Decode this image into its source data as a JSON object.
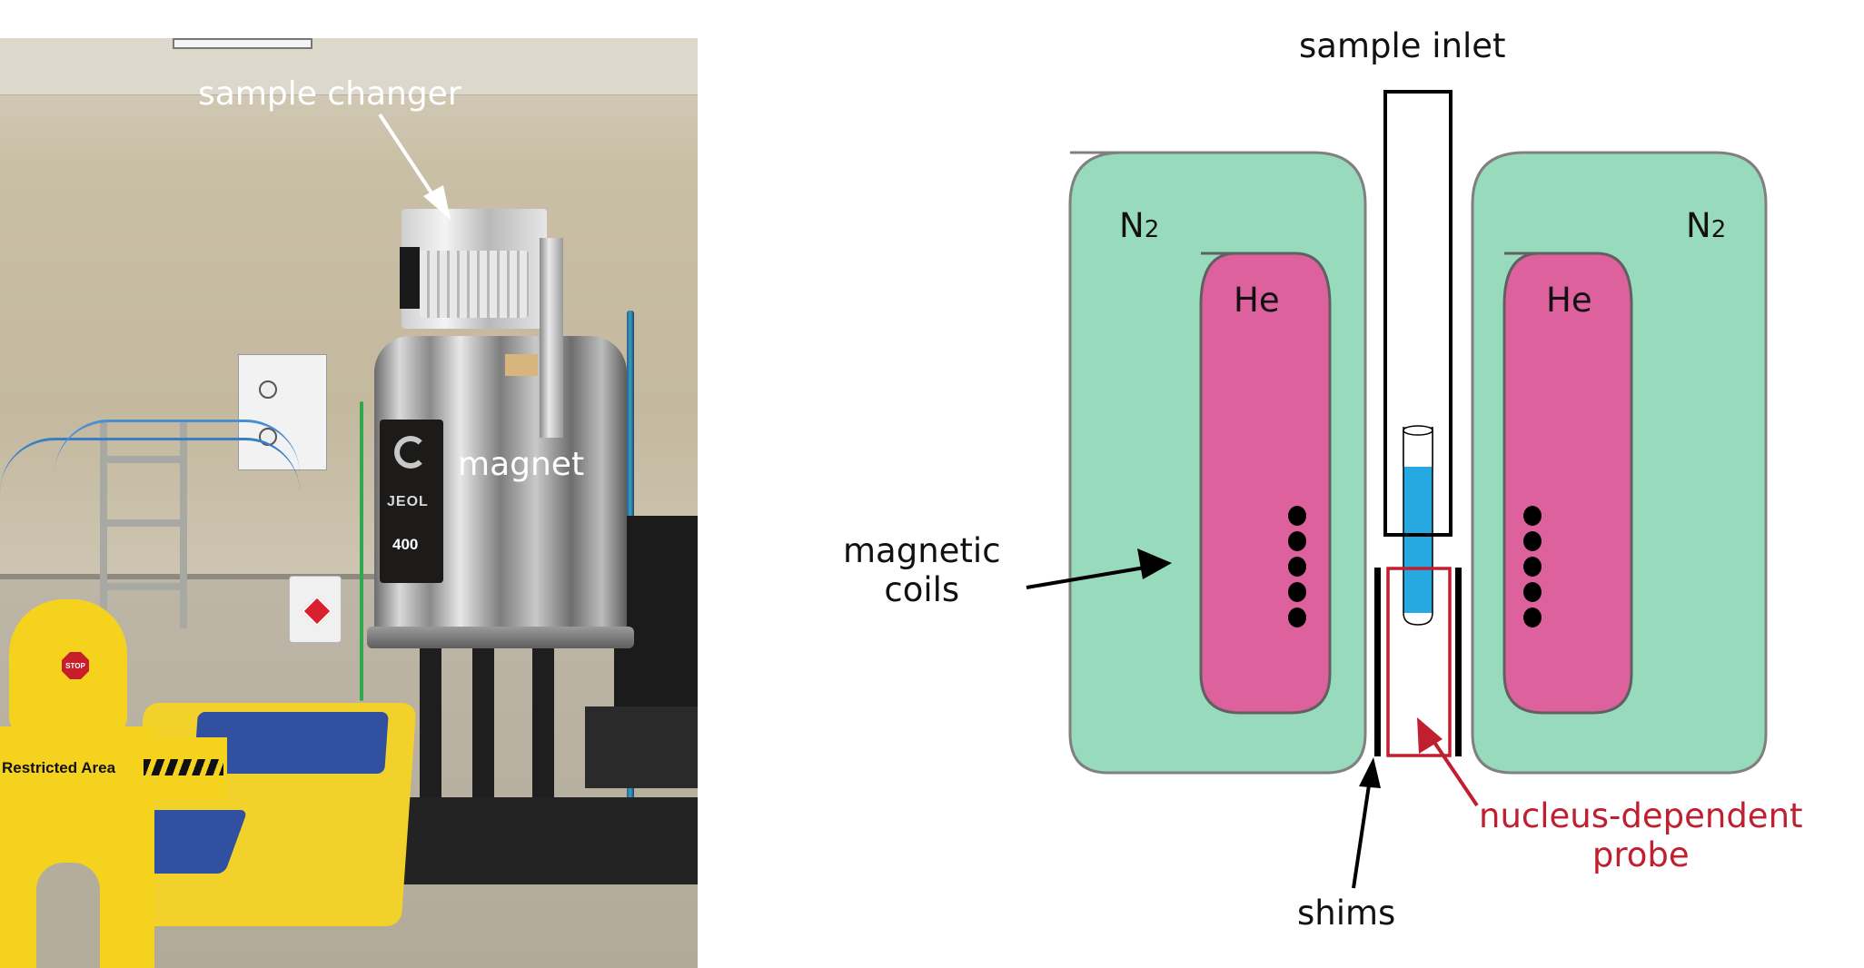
{
  "photo": {
    "labels": {
      "sample_changer": "sample changer",
      "magnet": "magnet"
    },
    "instrument": {
      "brand": "JEOL",
      "model": "400"
    },
    "signage": {
      "barrier_text": "Restricted Area",
      "stop_sign": "STOP"
    }
  },
  "diagram": {
    "labels": {
      "sample_inlet": "sample inlet",
      "magnetic_coils_line1": "magnetic",
      "magnetic_coils_line2": "coils",
      "shims": "shims",
      "probe_line1": "nucleus-dependent",
      "probe_line2": "probe",
      "n2_left": "N",
      "n2_left_sub": "2",
      "n2_right": "N",
      "n2_right_sub": "2",
      "he_left": "He",
      "he_right": "He"
    },
    "coil_dots_per_side": 5,
    "colors": {
      "nitrogen_fill": "#97dbbc",
      "nitrogen_stroke": "#808080",
      "helium_fill": "#dd619c",
      "helium_stroke": "#606060",
      "sample_liquid": "#26a9e0",
      "probe": "#c01f2f",
      "ink": "#000000"
    }
  }
}
